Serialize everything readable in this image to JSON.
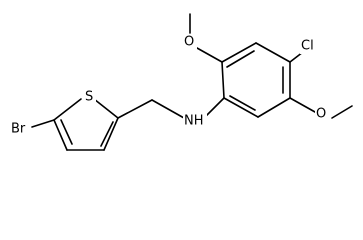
{
  "molecule": {
    "labels": {
      "bromine": "Br",
      "sulfur": "S",
      "amine": "NH",
      "chlorine": "Cl",
      "oxygen_top": "O",
      "oxygen_bottom": "O"
    }
  }
}
